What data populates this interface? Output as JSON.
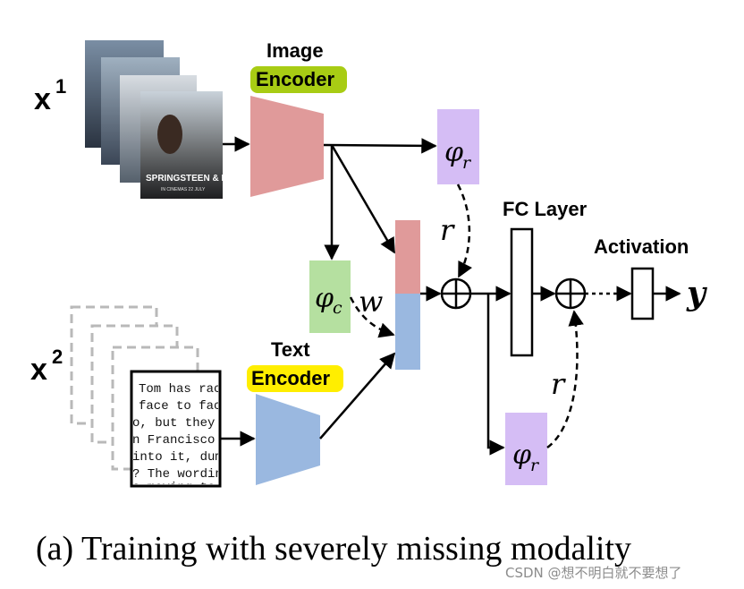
{
  "inputs": {
    "x1": {
      "base": "x",
      "sup": "1"
    },
    "x2": {
      "base": "x",
      "sup": "2"
    }
  },
  "poster_text": {
    "line1": "SPRINGSTEEN & I",
    "line2": "IN CINEMAS 22 JULY"
  },
  "document_lines": [
    "Tom has raco",
    "face to face f",
    "o, but they esc",
    "n Francisco b",
    "into it, dumpin",
    "? The wording",
    "s moving to S"
  ],
  "image_encoder": {
    "line1": "Image",
    "line2": "Encoder"
  },
  "text_encoder": {
    "line1": "Text",
    "line2": "Encoder"
  },
  "phi_r_label": {
    "base": "φ",
    "sub": "r"
  },
  "phi_c_label": {
    "base": "φ",
    "sub": "c"
  },
  "r_label": "r",
  "w_label": "w",
  "fc_layer_label": "FC Layer",
  "activation_label": "Activation",
  "output_label": "y",
  "caption": "(a) Training with severely missing modality",
  "watermark": "CSDN @想不明白就不要想了",
  "colors": {
    "image_encoder": "#e09a9a",
    "text_encoder": "#9ab8e0",
    "phi_r": "#d5bdf5",
    "phi_c": "#b5e0a0",
    "encoder_highlight_image": "#a8cc14",
    "encoder_highlight_text": "#ffee00",
    "concat_top": "#e09a9a",
    "concat_bottom": "#9ab8e0"
  }
}
